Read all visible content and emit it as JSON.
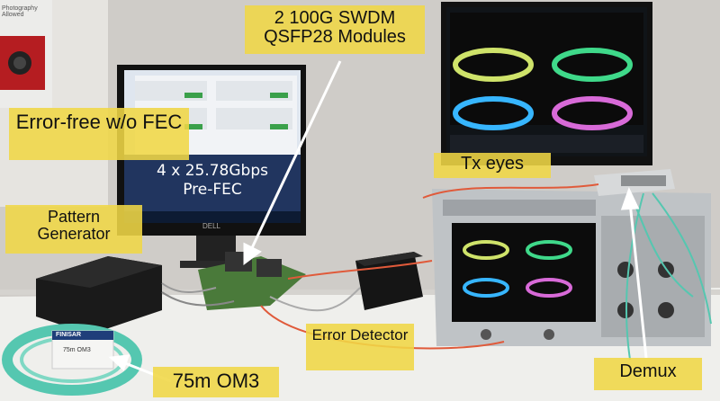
{
  "labels": {
    "swdm_modules": "2 100G SWDM QSFP28 Modules",
    "error_free": "Error-free w/o FEC",
    "tx_eyes": "Tx eyes",
    "pattern_generator": "Pattern Generator",
    "error_detector": "Error Detector",
    "demux": "Demux",
    "fiber": "75m OM3"
  },
  "monitor": {
    "line1": "4 x 25.78Gbps",
    "line2": "Pre-FEC",
    "brand": "DELL"
  },
  "fiber_spool": {
    "brand": "FINISAR",
    "tag": "75m OM3"
  },
  "wall_poster": {
    "text": "Photography Allowed"
  },
  "colors": {
    "label_bg": "#f0d746",
    "eye_yellow": "#cfe36a",
    "eye_green": "#3fd98a",
    "eye_blue": "#37b6ff",
    "eye_magenta": "#d86ad8",
    "fiber_aqua": "#55c7b0"
  }
}
